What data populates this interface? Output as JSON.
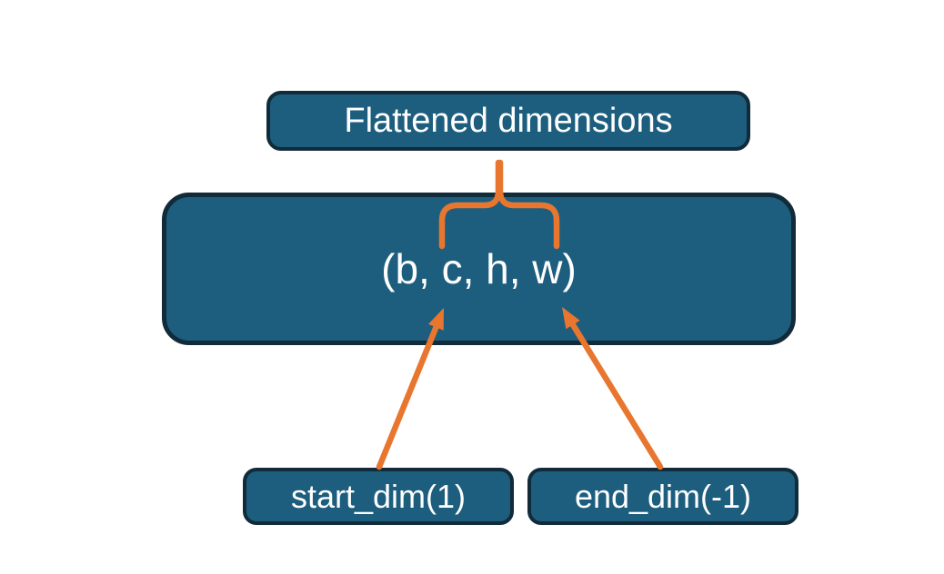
{
  "colors": {
    "canvas_bg": "#ffffff",
    "node_fill": "#1d5e7e",
    "node_border": "#112b3a",
    "node_text": "#ffffff",
    "connector": "#e8762e"
  },
  "nodes": {
    "flattened": {
      "label": "Flattened dimensions"
    },
    "tensor": {
      "label": "(b, c, h, w)"
    },
    "start_dim": {
      "label": "start_dim(1)"
    },
    "end_dim": {
      "label": "end_dim(-1)"
    }
  },
  "connectors": {
    "brace": {
      "name": "flatten-range-brace"
    },
    "arrow_start": {
      "name": "start-dim-arrow"
    },
    "arrow_end": {
      "name": "end-dim-arrow"
    }
  }
}
